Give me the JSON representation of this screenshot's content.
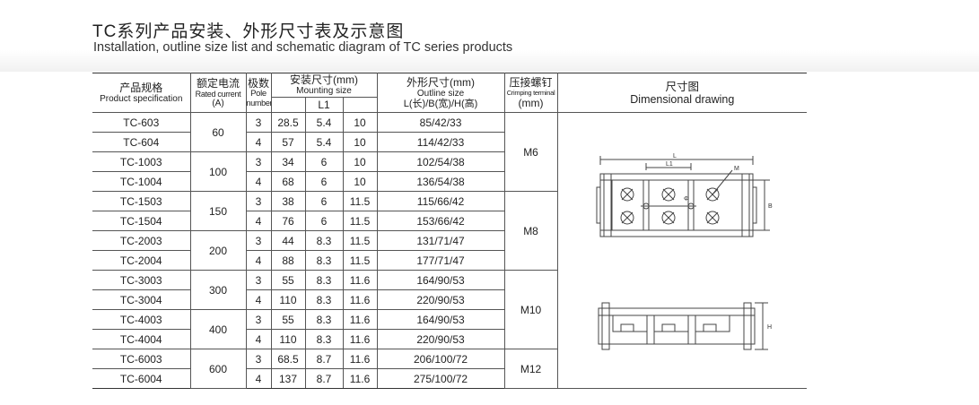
{
  "title": {
    "cn": "TC系列产品安装、外形尺寸表及示意图",
    "en": "Installation, outline size list and schematic diagram of TC series products"
  },
  "headers": {
    "spec_cn": "产品规格",
    "spec_en": "Product specification",
    "current_cn": "额定电流",
    "current_en": "Rated current",
    "current_unit": "(A)",
    "pole_cn": "极数",
    "pole_en1": "Pole",
    "pole_en2": "number",
    "mount_cn": "安装尺寸(mm)",
    "mount_en": "Mounting size",
    "mount_l1": "L1",
    "outline_cn": "外形尺寸(mm)",
    "outline_en": "Outline size",
    "outline_dims": "L(长)/B(宽)/H(高)",
    "screw_cn": "压接螺钉",
    "screw_en": "Crimping terminal",
    "screw_unit": "(mm)",
    "drawing_cn": "尺寸图",
    "drawing_en": "Dimensional drawing"
  },
  "rows": [
    {
      "spec": "TC-603",
      "pole": "3",
      "m1": "28.5",
      "l1": "5.4",
      "m3": "10",
      "size": "85/42/33"
    },
    {
      "spec": "TC-604",
      "pole": "4",
      "m1": "57",
      "l1": "5.4",
      "m3": "10",
      "size": "114/42/33"
    },
    {
      "spec": "TC-1003",
      "pole": "3",
      "m1": "34",
      "l1": "6",
      "m3": "10",
      "size": "102/54/38"
    },
    {
      "spec": "TC-1004",
      "pole": "4",
      "m1": "68",
      "l1": "6",
      "m3": "10",
      "size": "136/54/38"
    },
    {
      "spec": "TC-1503",
      "pole": "3",
      "m1": "38",
      "l1": "6",
      "m3": "11.5",
      "size": "115/66/42"
    },
    {
      "spec": "TC-1504",
      "pole": "4",
      "m1": "76",
      "l1": "6",
      "m3": "11.5",
      "size": "153/66/42"
    },
    {
      "spec": "TC-2003",
      "pole": "3",
      "m1": "44",
      "l1": "8.3",
      "m3": "11.5",
      "size": "131/71/47"
    },
    {
      "spec": "TC-2004",
      "pole": "4",
      "m1": "88",
      "l1": "8.3",
      "m3": "11.5",
      "size": "177/71/47"
    },
    {
      "spec": "TC-3003",
      "pole": "3",
      "m1": "55",
      "l1": "8.3",
      "m3": "11.6",
      "size": "164/90/53"
    },
    {
      "spec": "TC-3004",
      "pole": "4",
      "m1": "110",
      "l1": "8.3",
      "m3": "11.6",
      "size": "220/90/53"
    },
    {
      "spec": "TC-4003",
      "pole": "3",
      "m1": "55",
      "l1": "8.3",
      "m3": "11.6",
      "size": "164/90/53"
    },
    {
      "spec": "TC-4004",
      "pole": "4",
      "m1": "110",
      "l1": "8.3",
      "m3": "11.6",
      "size": "220/90/53"
    },
    {
      "spec": "TC-6003",
      "pole": "3",
      "m1": "68.5",
      "l1": "8.7",
      "m3": "11.6",
      "size": "206/100/72"
    },
    {
      "spec": "TC-6004",
      "pole": "4",
      "m1": "137",
      "l1": "8.7",
      "m3": "11.6",
      "size": "275/100/72"
    }
  ],
  "currents": [
    "60",
    "100",
    "150",
    "200",
    "300",
    "400",
    "600"
  ],
  "screws": [
    "M6",
    "M8",
    "M10",
    "M12"
  ],
  "drawing_labels": {
    "L": "L",
    "L1": "L1",
    "B": "B",
    "H": "H",
    "M": "M",
    "phi": "Φ"
  }
}
